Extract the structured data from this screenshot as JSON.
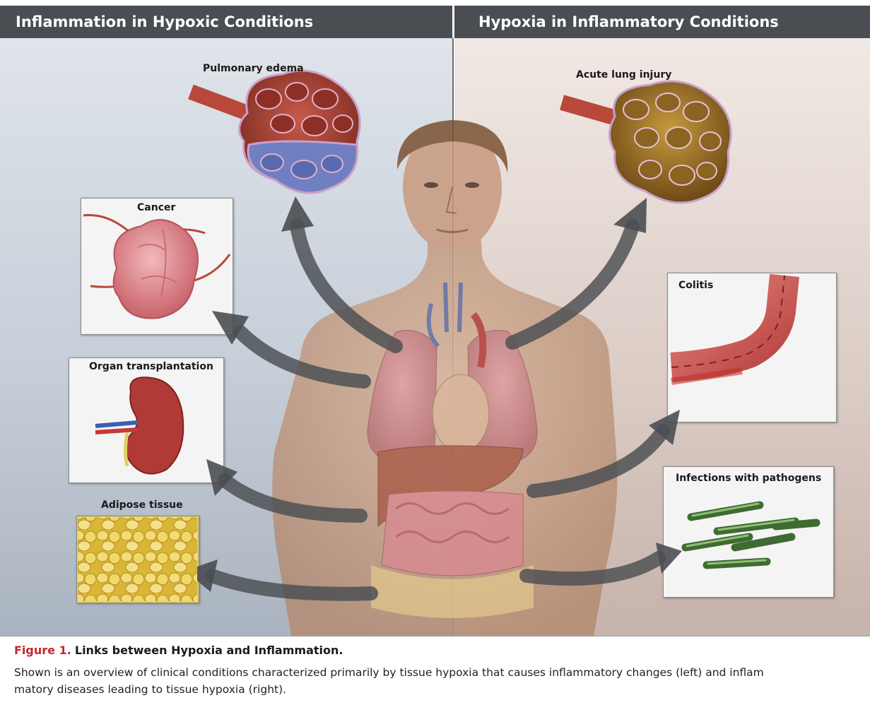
{
  "header": {
    "left_title": "Inflammation in Hypoxic Conditions",
    "right_title": "Hypoxia in Inflammatory Conditions"
  },
  "conditions": {
    "pulmonary_edema": "Pulmonary edema",
    "cancer": "Cancer",
    "organ_transplantation": "Organ transplantation",
    "adipose_tissue": "Adipose tissue",
    "acute_lung_injury": "Acute lung injury",
    "colitis": "Colitis",
    "infections": "Infections with pathogens"
  },
  "caption": {
    "figure_number": "Figure 1.",
    "title": "Links between Hypoxia and Inflammation.",
    "line1": "Shown is an overview of clinical conditions characterized primarily by tissue hypoxia that causes inflammatory changes (left) and inflam",
    "line2": "matory diseases leading to tissue hypoxia (right)."
  },
  "colors": {
    "header_bg": "#4a4e52",
    "left_panel": "#c6ced8",
    "right_panel": "#dccdc6",
    "figure_number": "#c0282f",
    "arrow": "#4a4e52"
  }
}
